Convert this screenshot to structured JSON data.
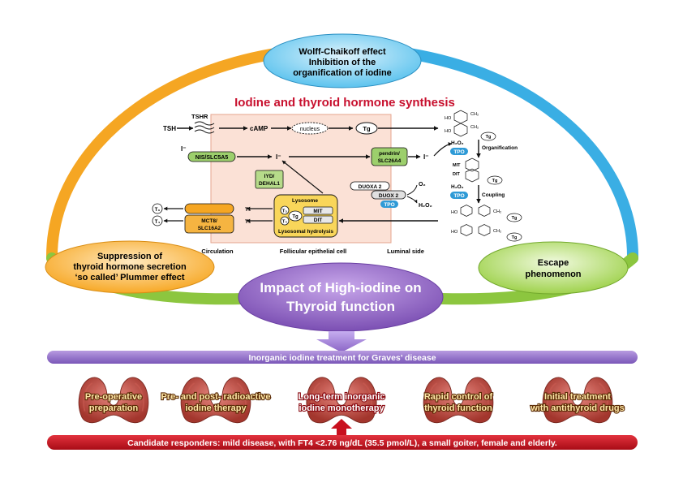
{
  "cycle": {
    "top": [
      "Wolff-Chaikoff effect",
      "Inhibition of the",
      "organification of iodine"
    ],
    "left": [
      "Suppression of",
      "thyroid hormone secretion",
      "‘so called’  Plummer effect"
    ],
    "right": [
      "Escape",
      "phenomenon"
    ],
    "center": [
      "Impact of High-iodine on",
      "Thyroid function"
    ]
  },
  "synthesis": {
    "title": "Iodine and thyroid hormone synthesis",
    "tsh": "TSH",
    "tshr": "TSHR",
    "camp": "cAMP",
    "nucleus": "nucleus",
    "tg": "Tg",
    "iodide_in": "I⁻",
    "nis": "NIS/SLC5A5",
    "iodide_cell": "I⁻",
    "pendrin": [
      "pendrin/",
      "SLC26A4"
    ],
    "iodide_lumen": "I⁻",
    "iyd": [
      "IYD/",
      "DEHAL1"
    ],
    "duoxa2": "DUOXA 2",
    "duox2": "DUOX 2",
    "tpo": "TPO",
    "o2": "O₂",
    "h2o2": "H₂O₂",
    "lysosome": "Lysosome",
    "mit": "MIT",
    "dit": "DIT",
    "lyso_hydrolysis": "Lysosomal hydrolysis",
    "t3": "T₃",
    "t4": "T₄",
    "mct8": [
      "MCT8/",
      "SLC16A2"
    ],
    "organification": "Organification",
    "coupling": "Coupling",
    "mit_label": "MIT",
    "dit_label": "DIT",
    "circulation": "Circulation",
    "follicular": "Follicular epithelial cell",
    "luminal": "Luminal side",
    "ho": "HO",
    "ch2": "CH₂"
  },
  "banner": "Inorganic iodine treatment for Graves’ disease",
  "treatments": [
    [
      "Pre-operative",
      "preparation"
    ],
    [
      "Pre- and post- radioactive",
      "iodine therapy"
    ],
    [
      "Long-term inorganic",
      "iodine monotherapy"
    ],
    [
      "Rapid control of",
      "thyroid function"
    ],
    [
      "Initial treatment",
      "with antithyroid drugs"
    ]
  ],
  "footer": "Candidate responders: mild disease, with FT4 <2.76 ng/dL (35.5 pmol/L), a small goiter, female and elderly.",
  "colors": {
    "blue": "#3aaee4",
    "orange": "#f5a623",
    "green": "#8cc63f",
    "purple": "#9a6fc9",
    "red": "#c8101e",
    "title": "#c8102e",
    "cell": "#fbe1d6",
    "lysosome": "#f9d65a",
    "tpo": "#2e9ad6"
  }
}
